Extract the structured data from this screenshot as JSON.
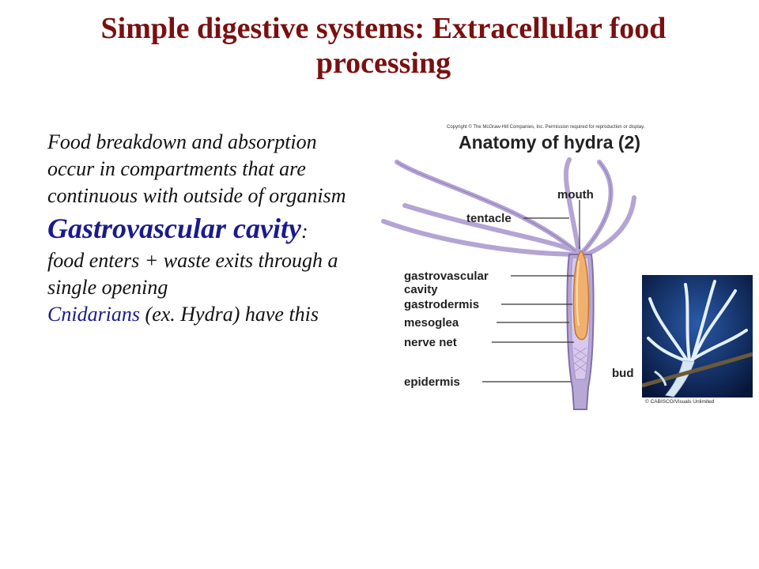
{
  "title_line1": "Simple digestive systems: Extracellular food",
  "title_line2": "processing",
  "body": {
    "para1": "Food breakdown and absorption occur in compartments that are continuous with outside of organism",
    "term": "Gastrovascular cavity",
    "term_punct": ":",
    "para2": "food enters + waste exits through a single opening",
    "cnidarians": "Cnidarians",
    "para3": " (ex. Hydra) have this"
  },
  "diagram": {
    "copyright": "Copyright © The McGraw-Hill Companies, Inc. Permission required for reproduction or display.",
    "heading": "Anatomy of hydra (2)",
    "labels": {
      "mouth": "mouth",
      "tentacle": "tentacle",
      "gv1": "gastrovascular",
      "gv2": "cavity",
      "gastrodermis": "gastrodermis",
      "mesoglea": "mesoglea",
      "nervenet": "nerve net",
      "epidermis": "epidermis",
      "bud": "bud"
    },
    "photo_credit": "© CABISCO/Visuals Unlimited"
  },
  "colors": {
    "title": "#7a1010",
    "text": "#111111",
    "accent_blue": "#1a1a8e",
    "hydra_body": "#b8a8d6",
    "cavity": "#f0b070"
  }
}
